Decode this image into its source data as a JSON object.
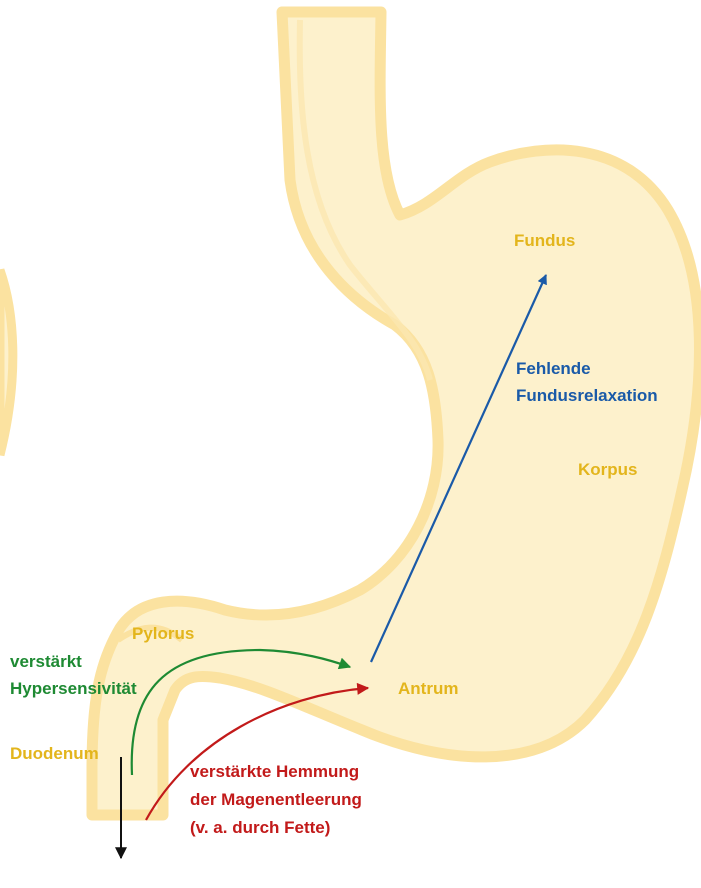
{
  "colors": {
    "organ_fill": "#fdf1cc",
    "organ_wall": "#fbe2a0",
    "organ_label": "#e3b51c",
    "fundus_arrow": "#1a5aa8",
    "hypersensitivity_arrow": "#1e8a33",
    "emptying_arrow": "#c21a1a",
    "exit_arrow": "#111111"
  },
  "organ_labels": {
    "fundus": "Fundus",
    "korpus": "Korpus",
    "antrum": "Antrum",
    "pylorus": "Pylorus",
    "duodenum": "Duodenum"
  },
  "annotations": {
    "fundus_relaxation": [
      "Fehlende",
      "Fundusrelaxation"
    ],
    "hypersensitivity": [
      "verstärkt",
      "Hypersensivität"
    ],
    "gastric_emptying": [
      "verstärkte Hemmung",
      "der Magenentleerung",
      "(v. a. durch Fette)"
    ]
  }
}
